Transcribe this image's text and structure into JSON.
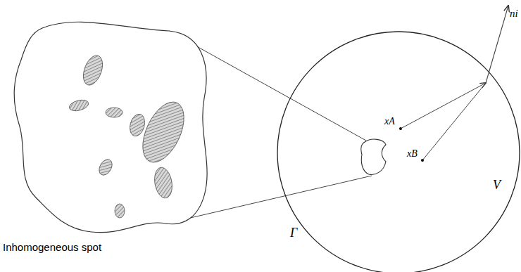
{
  "diagram": {
    "labels": [
      "Inhomogeneous spot",
      "Γ",
      "V",
      "xA",
      "xB",
      "ni"
    ]
  }
}
